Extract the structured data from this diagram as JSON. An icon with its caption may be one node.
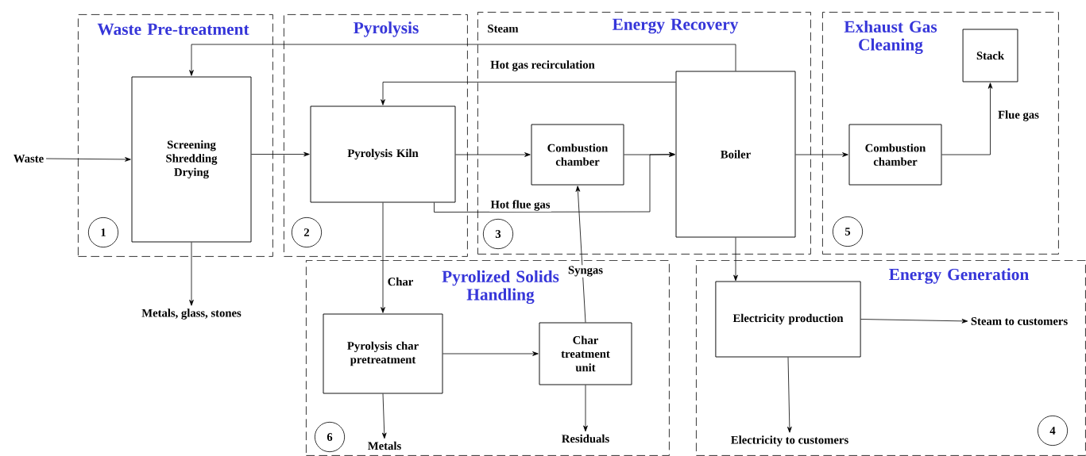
{
  "diagram": {
    "nodes": [
      {
        "text": [
          "Waste Pre-treatment"
        ]
      },
      {
        "text": [
          "Screening Shredding Drying"
        ],
        "in": 0
      },
      {
        "text": [
          "1"
        ],
        "in": 0
      },
      {
        "text": [
          "Pyrolysis"
        ]
      },
      {
        "text": [
          "Pyrolysis Kiln"
        ],
        "in": 3
      },
      {
        "text": [
          "2"
        ],
        "in": 3
      },
      {
        "text": [
          "Energy Recovery"
        ]
      },
      {
        "text": [
          "Combustion chamber"
        ],
        "in": 6
      },
      {
        "text": [
          "Boiler"
        ],
        "in": 6
      },
      {
        "text": [
          "3"
        ],
        "in": 6
      },
      {
        "text": [
          "Exhaust Gas Cleaning"
        ]
      },
      {
        "text": [
          "Stack"
        ],
        "in": 10
      },
      {
        "text": [
          "Combustion chamber"
        ],
        "in": 10
      },
      {
        "text": [
          "5"
        ],
        "in": 10
      },
      {
        "text": [
          "Pyrolized Solids Handling"
        ]
      },
      {
        "text": [
          "Pyrolysis char pretreatment"
        ],
        "in": 14
      },
      {
        "text": [
          "Char treatment unit"
        ],
        "in": 14
      },
      {
        "text": [
          "6"
        ],
        "in": 14
      },
      {
        "text": [
          "Metals"
        ],
        "in": 14
      },
      {
        "text": [
          "Residuals"
        ],
        "in": 14
      },
      {
        "text": [
          "Energy Generation"
        ]
      },
      {
        "text": [
          "Electricity production"
        ],
        "in": 20
      },
      {
        "text": [
          "Steam to customers"
        ],
        "in": 20
      },
      {
        "text": [
          "Electricity to customers"
        ],
        "in": 20
      },
      {
        "text": [
          "4"
        ],
        "in": 20
      },
      {
        "text": [
          "Waste"
        ]
      },
      {
        "text": [
          "Metals, glass, stones"
        ]
      }
    ],
    "edges": [
      {
        "from": 25,
        "to": 1,
        "arrow": "to"
      },
      {
        "from": 1,
        "to": 4,
        "arrow": "to"
      },
      {
        "from": 8,
        "to": 1,
        "arrow": "to",
        "label": "Steam"
      },
      {
        "from": 8,
        "to": 4,
        "arrow": "to",
        "label": "Hot gas recirculation"
      },
      {
        "from": 4,
        "to": 7,
        "arrow": "to"
      },
      {
        "from": 4,
        "to": 8,
        "arrow": "to",
        "label": "Hot flue gas"
      },
      {
        "from": 7,
        "to": 8,
        "arrow": "to"
      },
      {
        "from": 8,
        "to": 12,
        "arrow": "to"
      },
      {
        "from": 12,
        "to": 11,
        "arrow": "to",
        "label": "Flue gas"
      },
      {
        "from": 8,
        "to": 21,
        "arrow": "to"
      },
      {
        "from": 1,
        "to": 26,
        "arrow": "to"
      },
      {
        "from": 4,
        "to": 15,
        "arrow": "to",
        "label": "Char"
      },
      {
        "from": 15,
        "to": 16,
        "arrow": "to"
      },
      {
        "from": 16,
        "to": 7,
        "arrow": "to",
        "label": "Syngas"
      },
      {
        "from": 15,
        "to": 18,
        "arrow": "to"
      },
      {
        "from": 16,
        "to": 19,
        "arrow": "to"
      },
      {
        "from": 21,
        "to": 22,
        "arrow": "to"
      },
      {
        "from": 21,
        "to": 23,
        "arrow": "to"
      }
    ]
  }
}
